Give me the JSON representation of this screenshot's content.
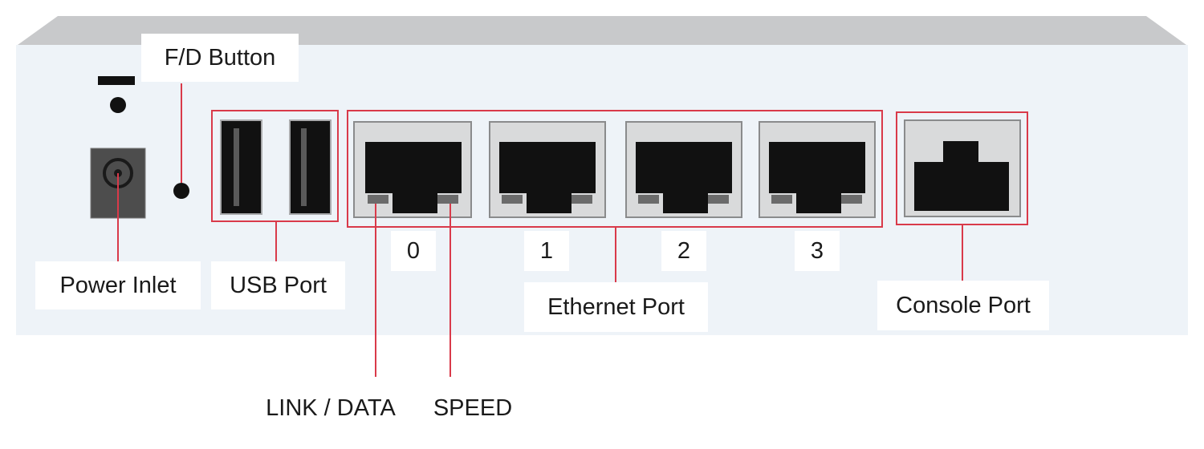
{
  "labels": {
    "fd_button": "F/D Button",
    "power_inlet": "Power Inlet",
    "usb_port": "USB Port",
    "ethernet_port": "Ethernet Port",
    "console_port": "Console Port",
    "link_data": "LINK / DATA",
    "speed": "SPEED"
  },
  "ethernet_numbers": [
    "0",
    "1",
    "2",
    "3"
  ],
  "colors": {
    "panel": "#eef3f8",
    "panel_top": "#c8c9cb",
    "callout": "#d93a4a",
    "port": "#111111",
    "port_frame": "#d9dadb",
    "led": "#6b6b6b"
  }
}
